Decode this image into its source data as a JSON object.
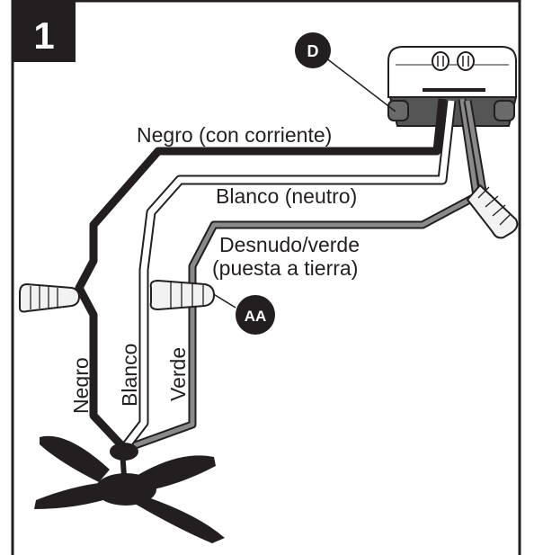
{
  "step": {
    "number": "1"
  },
  "callouts": {
    "d": "D",
    "aa": "AA"
  },
  "labels": {
    "black_hot": "Negro (con corriente)",
    "white_neutral": "Blanco (neutro)",
    "bare_green_line1": "Desnudo/verde",
    "bare_green_line2": "(puesta a tierra)",
    "fan_black": "Negro",
    "fan_white": "Blanco",
    "fan_green": "Verde"
  },
  "colors": {
    "ink": "#231f20",
    "wire_black": "#231f20",
    "wire_white": "#ffffff",
    "wire_green": "#8a8a8a",
    "connector": "#f2f2f2"
  },
  "icons": {
    "callout": "circle-badge",
    "connector": "wire-nut",
    "fan": "ceiling-fan-icon",
    "box": "electrical-box-icon"
  }
}
